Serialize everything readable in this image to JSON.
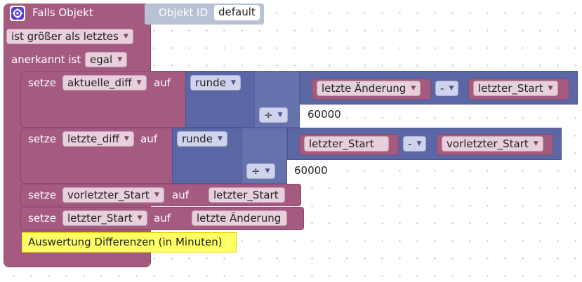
{
  "trigger": {
    "title": "Falls Objekt",
    "id_label": "Objekt ID",
    "id_value": "default",
    "condition": "ist größer als letztes",
    "ack_label": "anerkannt ist",
    "ack_value": "egal"
  },
  "statements": [
    {
      "set_label": "setze",
      "variable": "aktuelle_diff",
      "to_label": "auf",
      "round_fn": "runde",
      "left_operand": "letzte Änderung",
      "minus_op": "-",
      "right_operand": "letzter_Start",
      "divide_op": "÷",
      "divisor": "60000"
    },
    {
      "set_label": "setze",
      "variable": "letzte_diff",
      "to_label": "auf",
      "round_fn": "runde",
      "left_operand": "letzter_Start",
      "minus_op": "-",
      "right_operand": "vorletzter_Start",
      "divide_op": "÷",
      "divisor": "60000"
    },
    {
      "set_label": "setze",
      "variable": "vorletzter_Start",
      "to_label": "auf",
      "value": "letzter_Start"
    },
    {
      "set_label": "setze",
      "variable": "letzter_Start",
      "to_label": "auf",
      "value": "letzte Änderung"
    }
  ],
  "comment": "Auswertung Differenzen (in Minuten)",
  "colors": {
    "variable_block": "#a55b80",
    "math_block": "#5b67a5",
    "object_id_block": "#b7c3d4",
    "comment_bg": "#ffff66"
  }
}
